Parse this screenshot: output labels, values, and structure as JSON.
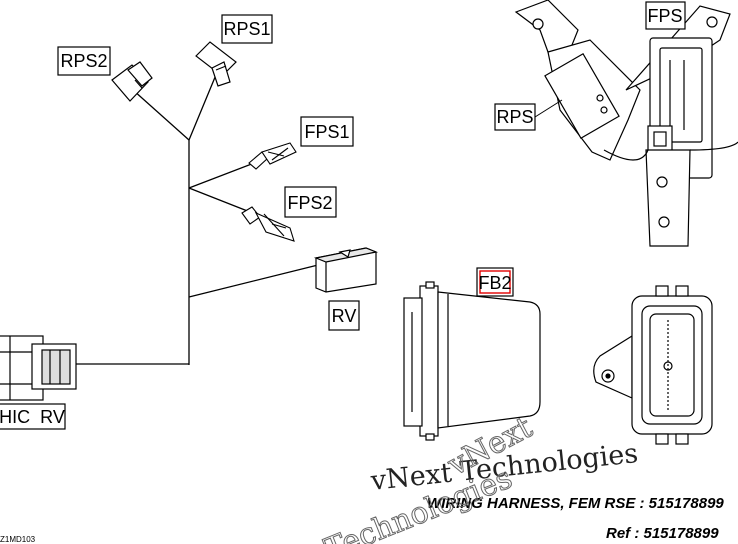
{
  "labels": {
    "rps2": "RPS2",
    "rps1": "RPS1",
    "fps1": "FPS1",
    "fps2": "FPS2",
    "rv": "RV",
    "hic_rv": "HIC  RV",
    "fb2": "FB2",
    "fps": "FPS",
    "rps": "RPS"
  },
  "notes": {
    "wiring_harness": "WIRING HARNESS, FEM RSE : 515178899",
    "ref": "Ref : 515178899",
    "figure_code": "Z1MD103"
  },
  "watermark": {
    "line1": "vNext Technologies",
    "line2": "vNext",
    "line3": "Technologies"
  },
  "colors": {
    "line": "#000000",
    "highlight": "#e00000",
    "watermark": "#666666"
  }
}
